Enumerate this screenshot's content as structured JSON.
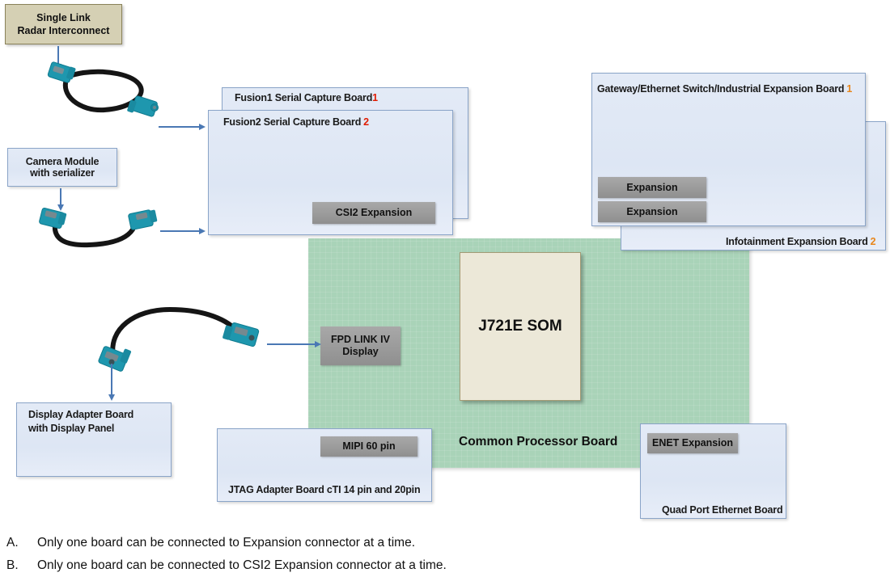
{
  "boards": {
    "radar_interconnect": {
      "line1": "Single Link",
      "line2": "Radar Interconnect"
    },
    "camera_module": {
      "line1": "Camera Module",
      "line2": "with serializer"
    },
    "display_adapter": {
      "line1": "Display Adapter Board",
      "line2": "with Display Panel"
    },
    "fusion1": {
      "label": "Fusion1 Serial Capture Board",
      "index": "1",
      "index_color": "#e01b00"
    },
    "fusion2": {
      "label": "Fusion2 Serial Capture Board",
      "index": "2",
      "index_color": "#e01b00"
    },
    "gateway": {
      "label": "Gateway/Ethernet Switch/Industrial Expansion Board",
      "index": "1",
      "index_color": "#e8861a"
    },
    "infotainment": {
      "label": "Infotainment Expansion Board",
      "index": "2",
      "index_color": "#e8861a"
    },
    "common_processor": {
      "label": "Common Processor Board"
    },
    "som": {
      "label": "J721E SOM"
    },
    "jtag": {
      "label": "JTAG Adapter Board  cTI 14 pin and 20pin"
    },
    "quad_ethernet": {
      "label": "Quad Port Ethernet Board"
    }
  },
  "connectors": {
    "csi2_expansion": "CSI2 Expansion",
    "expansion_1": "Expansion",
    "expansion_2": "Expansion",
    "fpd_link_iv": "FPD LINK IV\nDisplay",
    "fpd_link_iv_line1": "FPD LINK IV",
    "fpd_link_iv_line2": "Display",
    "mipi_60_pin": "MIPI 60 pin",
    "enet_expansion": "ENET Expansion"
  },
  "cables": {
    "radar_cable": "fakra-coax-cable-loop",
    "camera_cable": "fakra-coax-cable-u",
    "display_cable": "fakra-coax-cable-arc"
  },
  "notes": [
    {
      "key": "A.",
      "text": "Only one board can be connected to Expansion connector at a time."
    },
    {
      "key": "B.",
      "text": "Only one board can be connected to CSI2 Expansion connector at a time."
    }
  ],
  "colors": {
    "board_fill": "#e3eaf6",
    "board_border": "#8aa4c8",
    "tan_fill": "#d5d0b4",
    "green_board": "#a9d3b8",
    "som_fill": "#ece8d8",
    "gray_bar": "#9c9c9c",
    "arrow": "#4a78b4",
    "connector_teal": "#1e97ae",
    "cable_black": "#1a1a1a",
    "index_red": "#e01b00",
    "index_orange": "#e8861a"
  }
}
